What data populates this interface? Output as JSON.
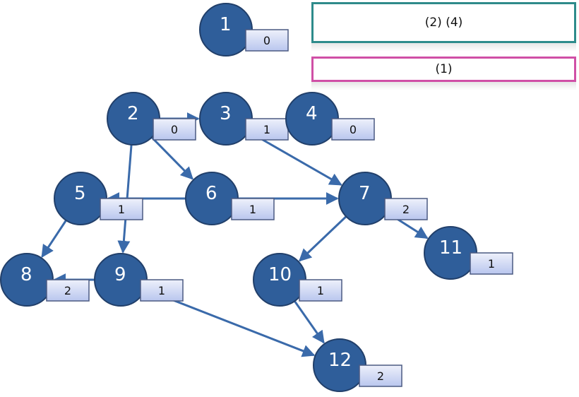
{
  "queues": {
    "top": "(2) (4)",
    "bottom": "(1)"
  },
  "colors": {
    "node_fill": "#2f5e9a",
    "node_stroke": "#213f6a",
    "edge": "#3a6aaa",
    "badge_top": "#eef1fb",
    "badge_bottom": "#b9c6ee",
    "badge_stroke": "#4b5a82"
  },
  "nodes": [
    {
      "id": "1",
      "badge": "0"
    },
    {
      "id": "2",
      "badge": "0"
    },
    {
      "id": "3",
      "badge": "1"
    },
    {
      "id": "4",
      "badge": "0"
    },
    {
      "id": "5",
      "badge": "1"
    },
    {
      "id": "6",
      "badge": "1"
    },
    {
      "id": "7",
      "badge": "2"
    },
    {
      "id": "8",
      "badge": "2"
    },
    {
      "id": "9",
      "badge": "1"
    },
    {
      "id": "10",
      "badge": "1"
    },
    {
      "id": "11",
      "badge": "1"
    },
    {
      "id": "12",
      "badge": "2"
    }
  ],
  "edges": [
    {
      "from": "2",
      "to": "3"
    },
    {
      "from": "2",
      "to": "6"
    },
    {
      "from": "2",
      "to": "9"
    },
    {
      "from": "3",
      "to": "7"
    },
    {
      "from": "6",
      "to": "5"
    },
    {
      "from": "6",
      "to": "7"
    },
    {
      "from": "5",
      "to": "8"
    },
    {
      "from": "9",
      "to": "8"
    },
    {
      "from": "9",
      "to": "12"
    },
    {
      "from": "7",
      "to": "10"
    },
    {
      "from": "7",
      "to": "11"
    },
    {
      "from": "10",
      "to": "12"
    }
  ]
}
